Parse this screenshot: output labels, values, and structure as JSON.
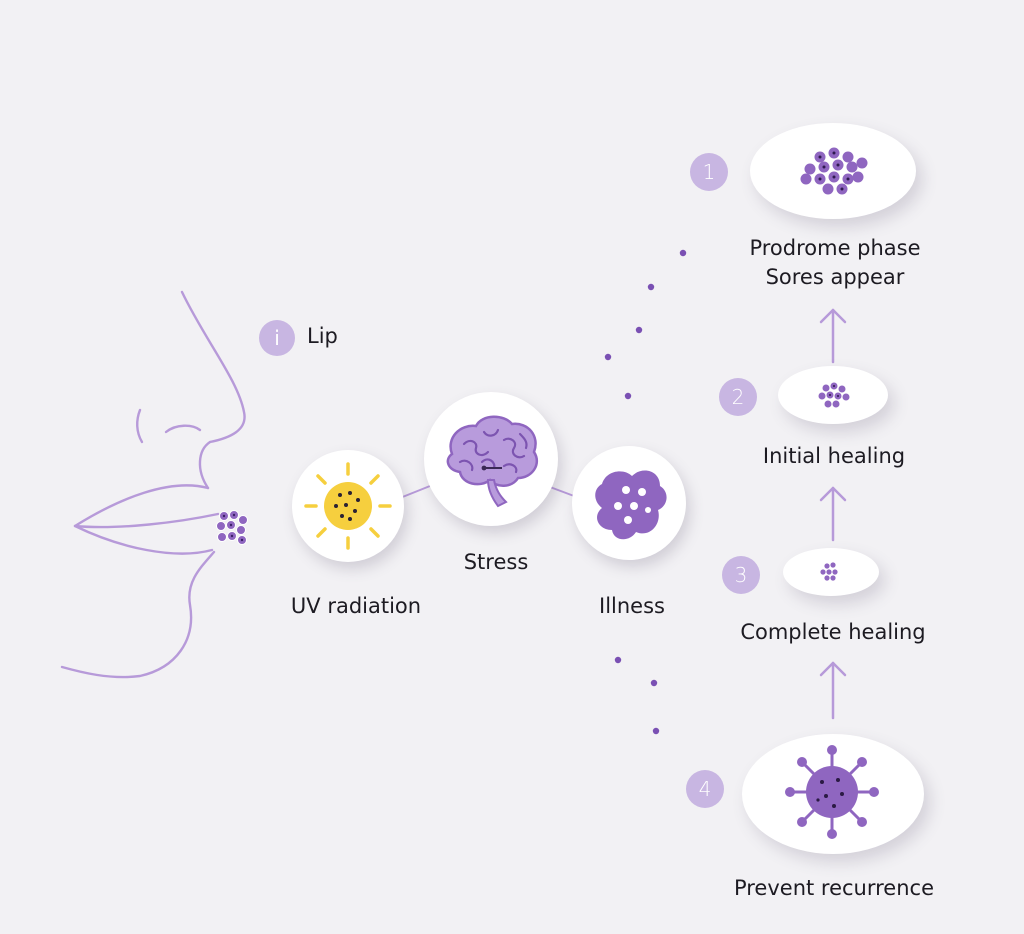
{
  "info_marker": {
    "icon": "i",
    "label": "Lip"
  },
  "triggers": [
    {
      "label": "UV radiation",
      "icon": "sun-icon"
    },
    {
      "label": "Stress",
      "icon": "brain-icon"
    },
    {
      "label": "Illness",
      "icon": "germ-icon"
    }
  ],
  "stages": [
    {
      "number": "1",
      "label_line1": "Prodrome phase",
      "label_line2": "Sores appear",
      "icon": "blister-cluster-icon"
    },
    {
      "number": "2",
      "label": "Initial healing",
      "icon": "small-blister-cluster-icon"
    },
    {
      "number": "3",
      "label": "Complete healing",
      "icon": "tiny-blister-cluster-icon"
    },
    {
      "number": "4",
      "label": "Prevent recurrence",
      "icon": "virus-icon"
    }
  ],
  "colors": {
    "accent": "#8f66c0",
    "accent_light": "#c8b6e2",
    "line": "#b79ad9",
    "sun": "#f6cf3e",
    "background": "#f2f1f4"
  }
}
